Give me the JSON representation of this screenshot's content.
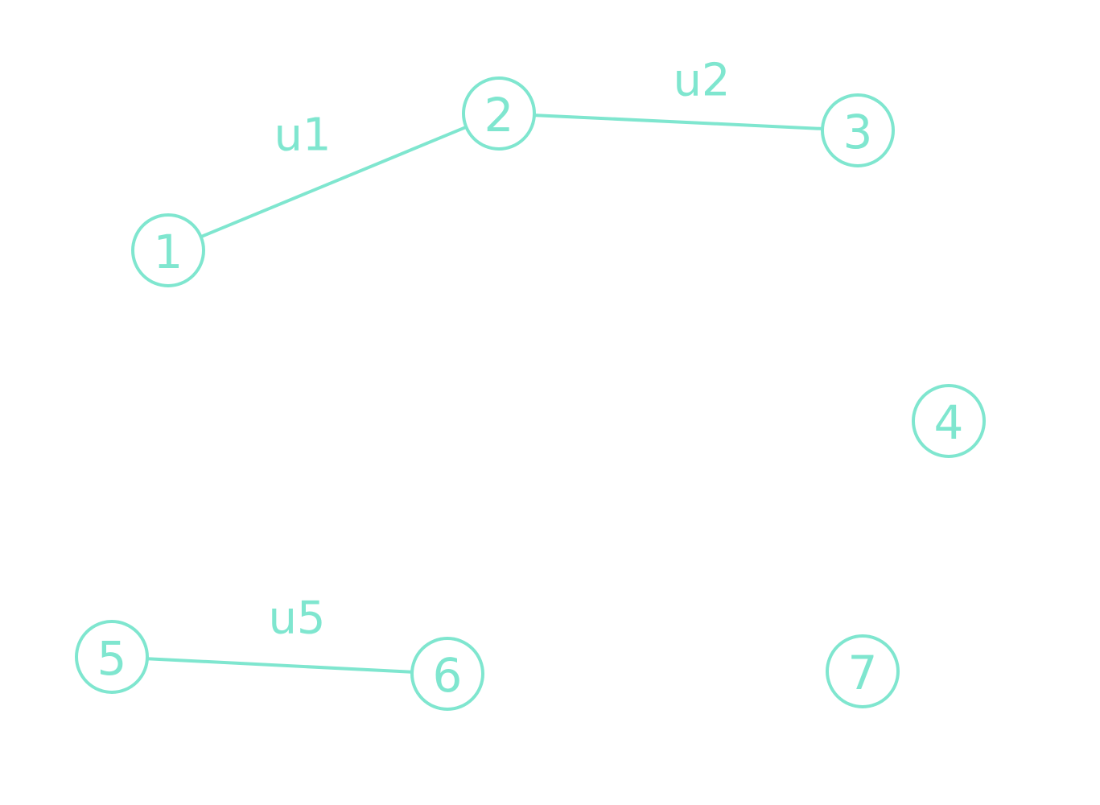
{
  "colors": {
    "accent": "#7fe6cf",
    "background": "#ffffff"
  },
  "graph": {
    "nodes": [
      {
        "id": "1",
        "label": "1"
      },
      {
        "id": "2",
        "label": "2"
      },
      {
        "id": "3",
        "label": "3"
      },
      {
        "id": "4",
        "label": "4"
      },
      {
        "id": "5",
        "label": "5"
      },
      {
        "id": "6",
        "label": "6"
      },
      {
        "id": "7",
        "label": "7"
      }
    ],
    "edges": [
      {
        "id": "u1",
        "from": "1",
        "to": "2",
        "label": "u1"
      },
      {
        "id": "u2",
        "from": "2",
        "to": "3",
        "label": "u2"
      },
      {
        "id": "u5",
        "from": "5",
        "to": "6",
        "label": "u5"
      }
    ]
  }
}
